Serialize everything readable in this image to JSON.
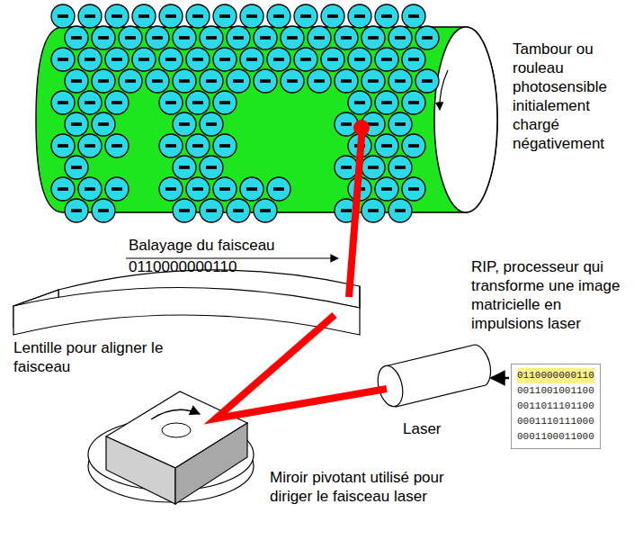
{
  "diagram": {
    "nodes": [
      {
        "text": [
          "Laser"
        ]
      },
      {
        "text": [
          "0110000000110",
          "0011001001100",
          "0011011101100",
          "0001110111000",
          "0001100011000"
        ]
      }
    ],
    "edges": [
      {
        "from": 1,
        "to": 0,
        "arrow": "to"
      }
    ],
    "labels": [
      "Tambour ou rouleau photosensible initialement chargé négativement",
      "Balayage du faisceau",
      "0110000000110",
      "RIP, processeur qui transforme une image matricielle en impulsions laser",
      "Lentille pour aligner le faisceau",
      "Miroir pivotant utilisé pour diriger le faisceau laser"
    ]
  }
}
